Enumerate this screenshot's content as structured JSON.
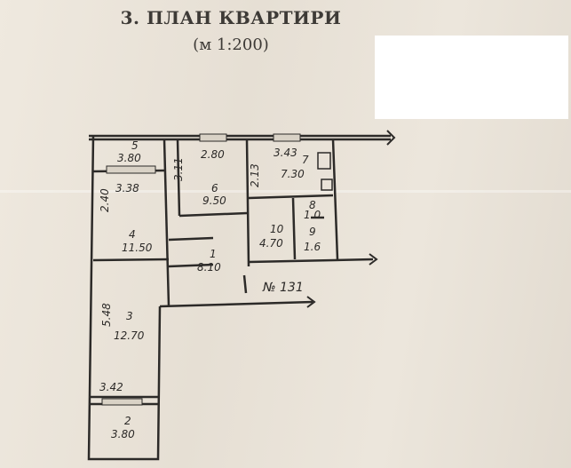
{
  "header": {
    "title": "3. ПЛАН КВАРТИРИ",
    "scale": "(м 1:200)"
  },
  "plan": {
    "apartment_label": "№ 131",
    "rooms": [
      {
        "num": "5",
        "area": "3.80"
      },
      {
        "num": "4",
        "area": "11.50"
      },
      {
        "num": "6",
        "area": "9.50"
      },
      {
        "num": "7",
        "area": "7.30"
      },
      {
        "num": "1",
        "area": "8.10"
      },
      {
        "num": "10",
        "area": "4.70"
      },
      {
        "num": "8",
        "area": "1.0"
      },
      {
        "num": "9",
        "area": "1.6"
      },
      {
        "num": "3",
        "area": "12.70"
      },
      {
        "num": "2",
        "area": "3.80"
      }
    ],
    "dimensions": [
      "3.38",
      "2.40",
      "3.11",
      "2.80",
      "3.43",
      "2.13",
      "5.48",
      "3.42"
    ]
  },
  "colors": {
    "ink": "#2c2a28",
    "paper": "#e9e2d8"
  }
}
